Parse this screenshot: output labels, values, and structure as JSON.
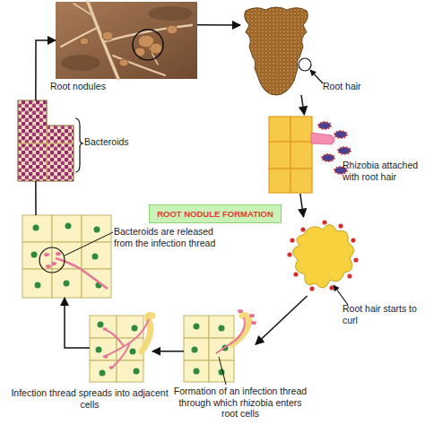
{
  "diagram": {
    "title": "ROOT NODULE FORMATION",
    "nodes": [
      {
        "text": [
          "Root nodules"
        ]
      },
      {
        "text": [
          "Root hair"
        ]
      },
      {
        "text": [
          "Rhizobia attached with root hair"
        ]
      },
      {
        "text": [
          "Root hair starts to curl"
        ]
      },
      {
        "text": [
          "Formation of an infection thread through which rhizobia enters root cells"
        ]
      },
      {
        "text": [
          "Infection thread spreads into adjacent cells"
        ]
      },
      {
        "text": [
          "Bacteroids are released from the infection thread"
        ]
      },
      {
        "text": [
          "Bacteroids"
        ]
      }
    ],
    "edges": [
      {
        "from": 0,
        "to": 1,
        "arrow": "to"
      },
      {
        "from": 1,
        "to": 2,
        "arrow": "to"
      },
      {
        "from": 2,
        "to": 3,
        "arrow": "to"
      },
      {
        "from": 3,
        "to": 4,
        "arrow": "to"
      },
      {
        "from": 4,
        "to": 5,
        "arrow": "to"
      },
      {
        "from": 5,
        "to": 6,
        "arrow": "to"
      },
      {
        "from": 6,
        "to": 7,
        "arrow": "none"
      },
      {
        "from": 7,
        "to": 0,
        "arrow": "to"
      }
    ]
  }
}
